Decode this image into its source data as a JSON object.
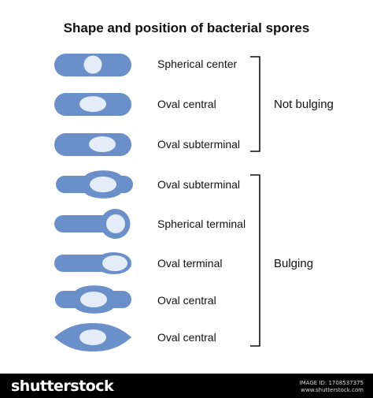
{
  "title": "Shape and position of bacterial spores",
  "colors": {
    "cell": "#6b8fc9",
    "spore": "#e4ecf7",
    "bracket": "#111111"
  },
  "spores": [
    {
      "label": "Spherical center"
    },
    {
      "label": "Oval central"
    },
    {
      "label": "Oval subterminal"
    },
    {
      "label": "Oval subterminal"
    },
    {
      "label": "Spherical terminal"
    },
    {
      "label": "Oval terminal"
    },
    {
      "label": "Oval central"
    },
    {
      "label": "Oval central"
    }
  ],
  "groups": [
    {
      "label": "Not bulging"
    },
    {
      "label": "Bulging"
    }
  ],
  "footer": {
    "brand": "shutterstock",
    "image_id": "IMAGE ID: 1708537375",
    "site": "www.shutterstock.com"
  }
}
